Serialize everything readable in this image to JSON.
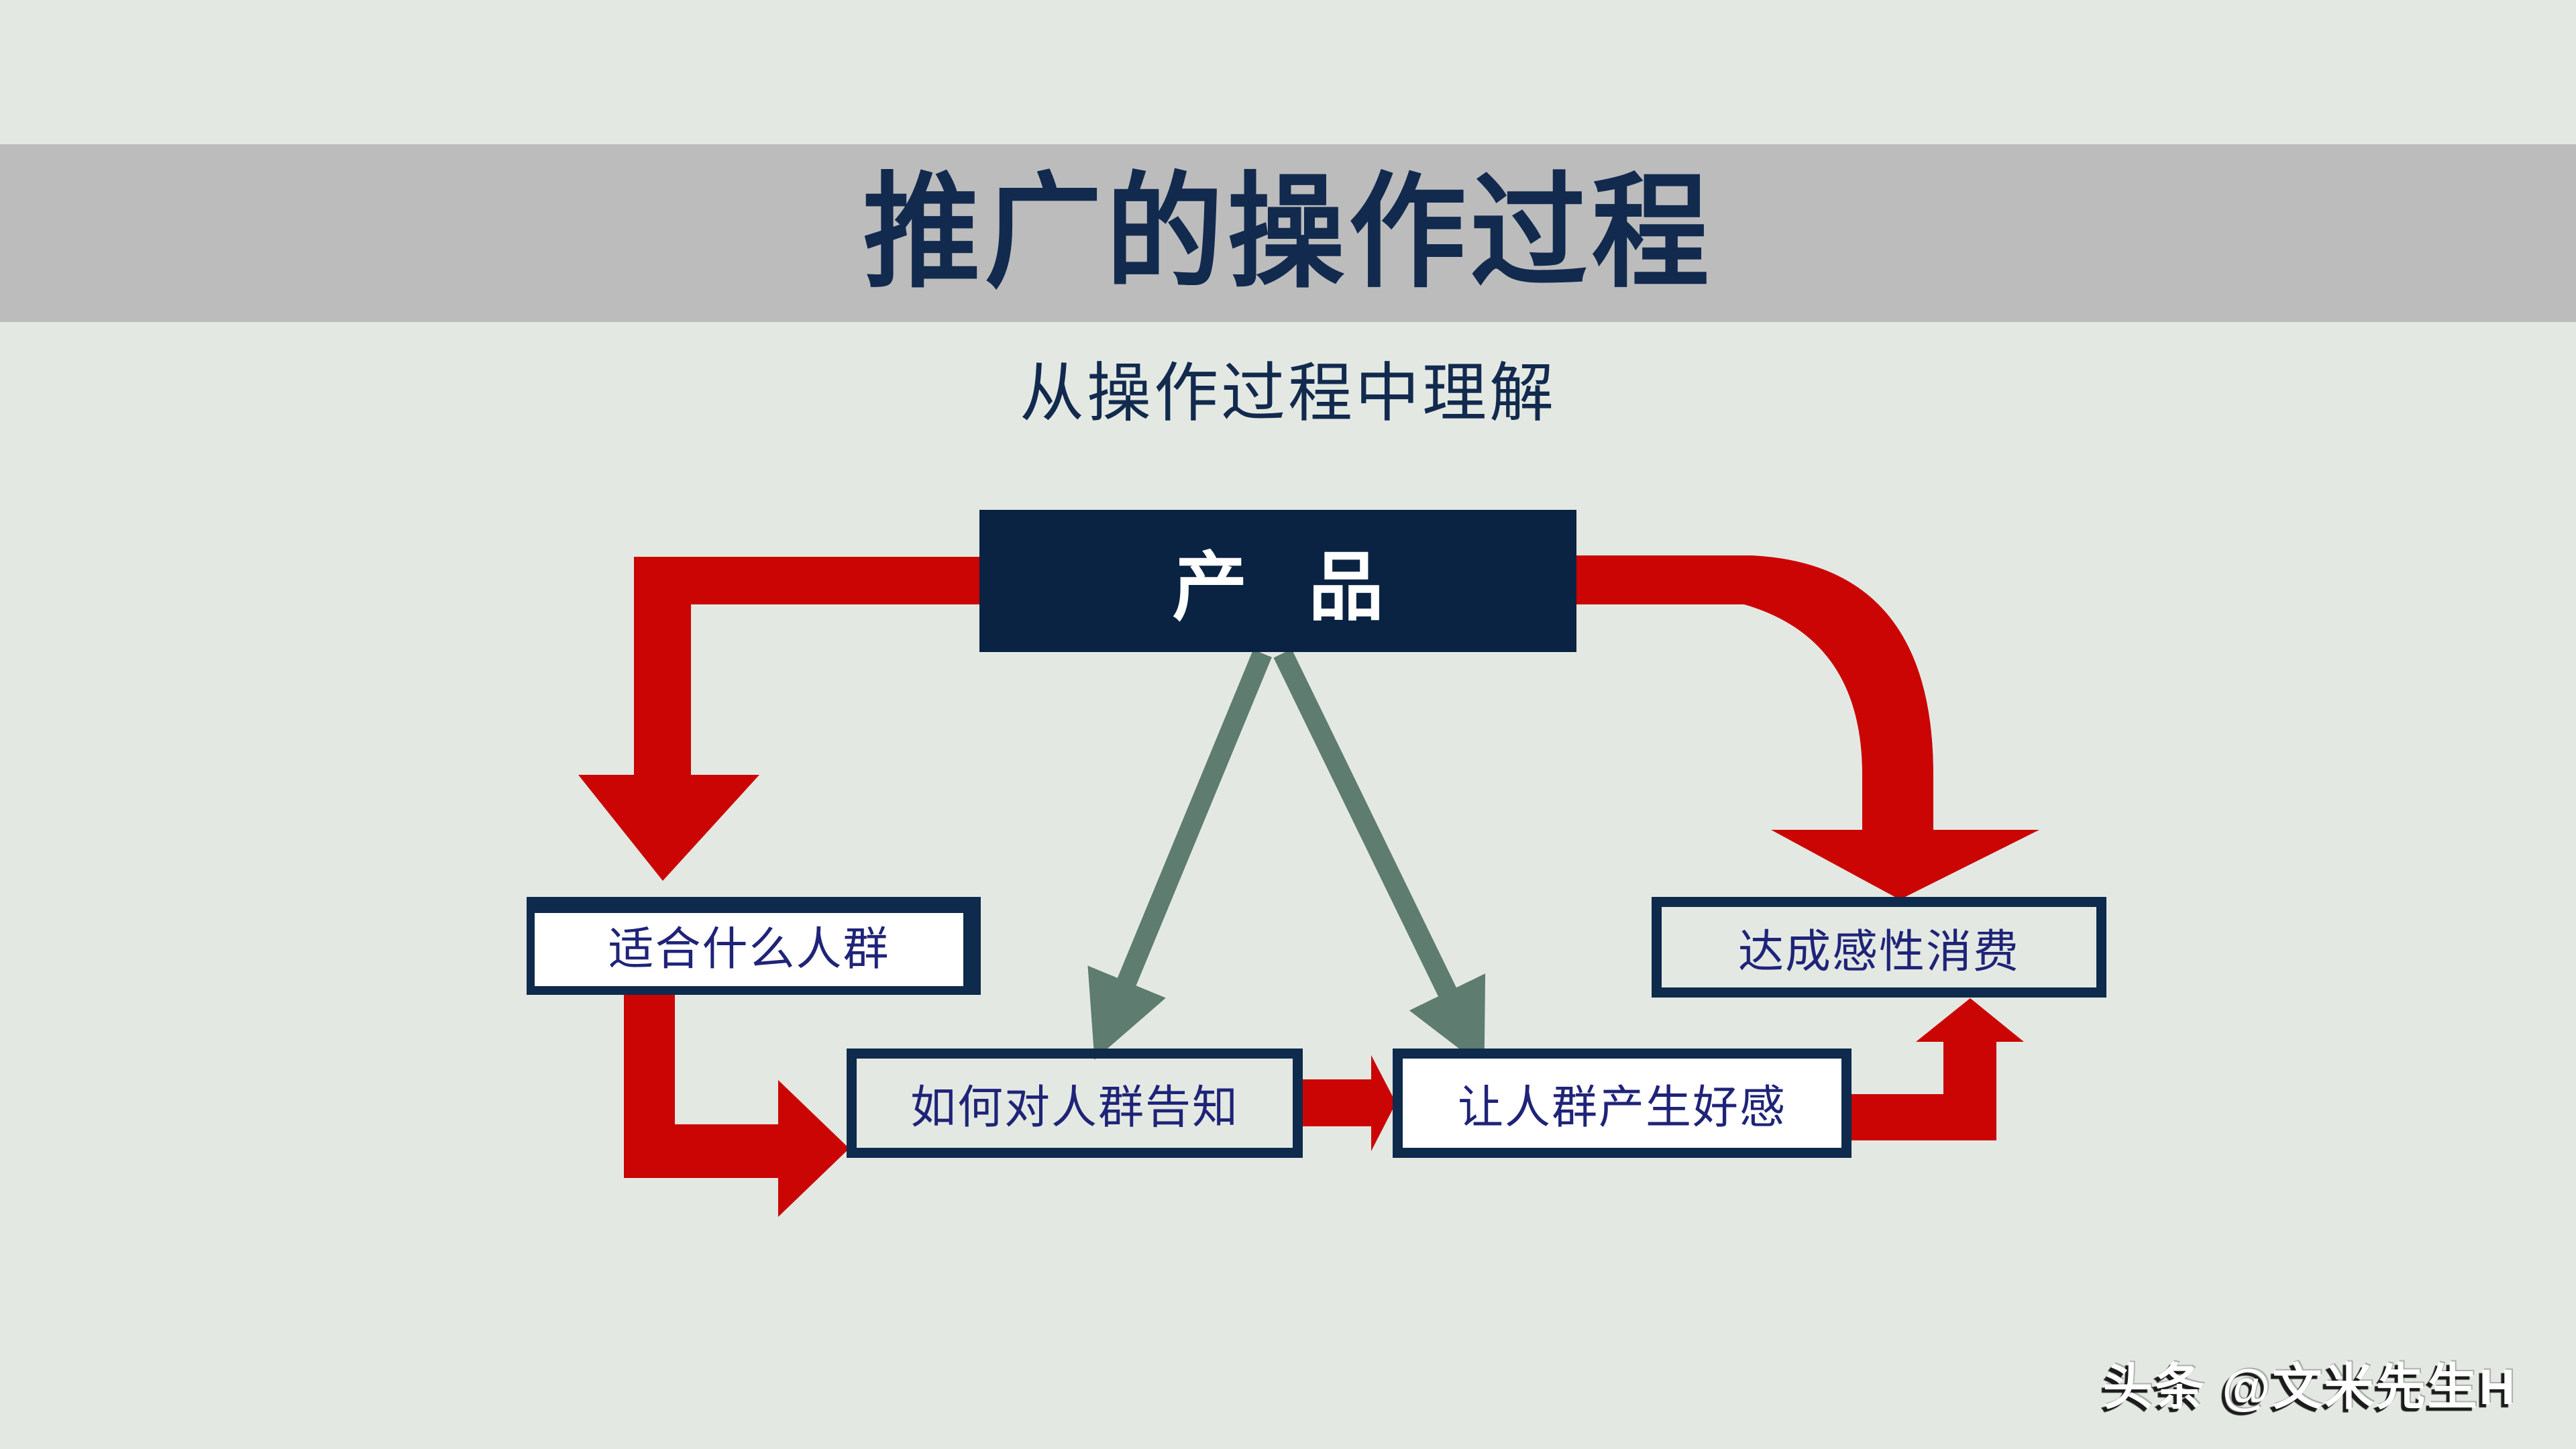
{
  "slide": {
    "title": "推广的操作过程",
    "subtitle": "从操作过程中理解",
    "watermark": "头条 @文米先生H"
  },
  "diagram": {
    "product_label": "产 品",
    "nodes": [
      {
        "id": "fit",
        "label": "适合什么人群"
      },
      {
        "id": "inform",
        "label": "如何对人群告知"
      },
      {
        "id": "favor",
        "label": "让人群产生好感"
      },
      {
        "id": "consume",
        "label": "达成感性消费"
      }
    ],
    "arrows": [
      {
        "from": "product",
        "to": "fit",
        "style": "red-elbow-down"
      },
      {
        "from": "product",
        "to": "consume",
        "style": "red-curve-down"
      },
      {
        "from": "fit",
        "to": "inform",
        "style": "red-elbow-right"
      },
      {
        "from": "inform",
        "to": "favor",
        "style": "red-block-right"
      },
      {
        "from": "favor",
        "to": "consume",
        "style": "red-elbow-up"
      },
      {
        "from": "product",
        "to": "inform",
        "style": "green-line"
      },
      {
        "from": "product",
        "to": "favor",
        "style": "green-line"
      }
    ]
  },
  "colors": {
    "bg": "#e3e9e2",
    "banner": "#bcbcbc",
    "navy": "#122a4e",
    "navy-fill": "#0a2342",
    "border-navy": "#0e2a4c",
    "indigo": "#1f2478",
    "red": "#cb0404",
    "green": "#5e7c6f"
  }
}
